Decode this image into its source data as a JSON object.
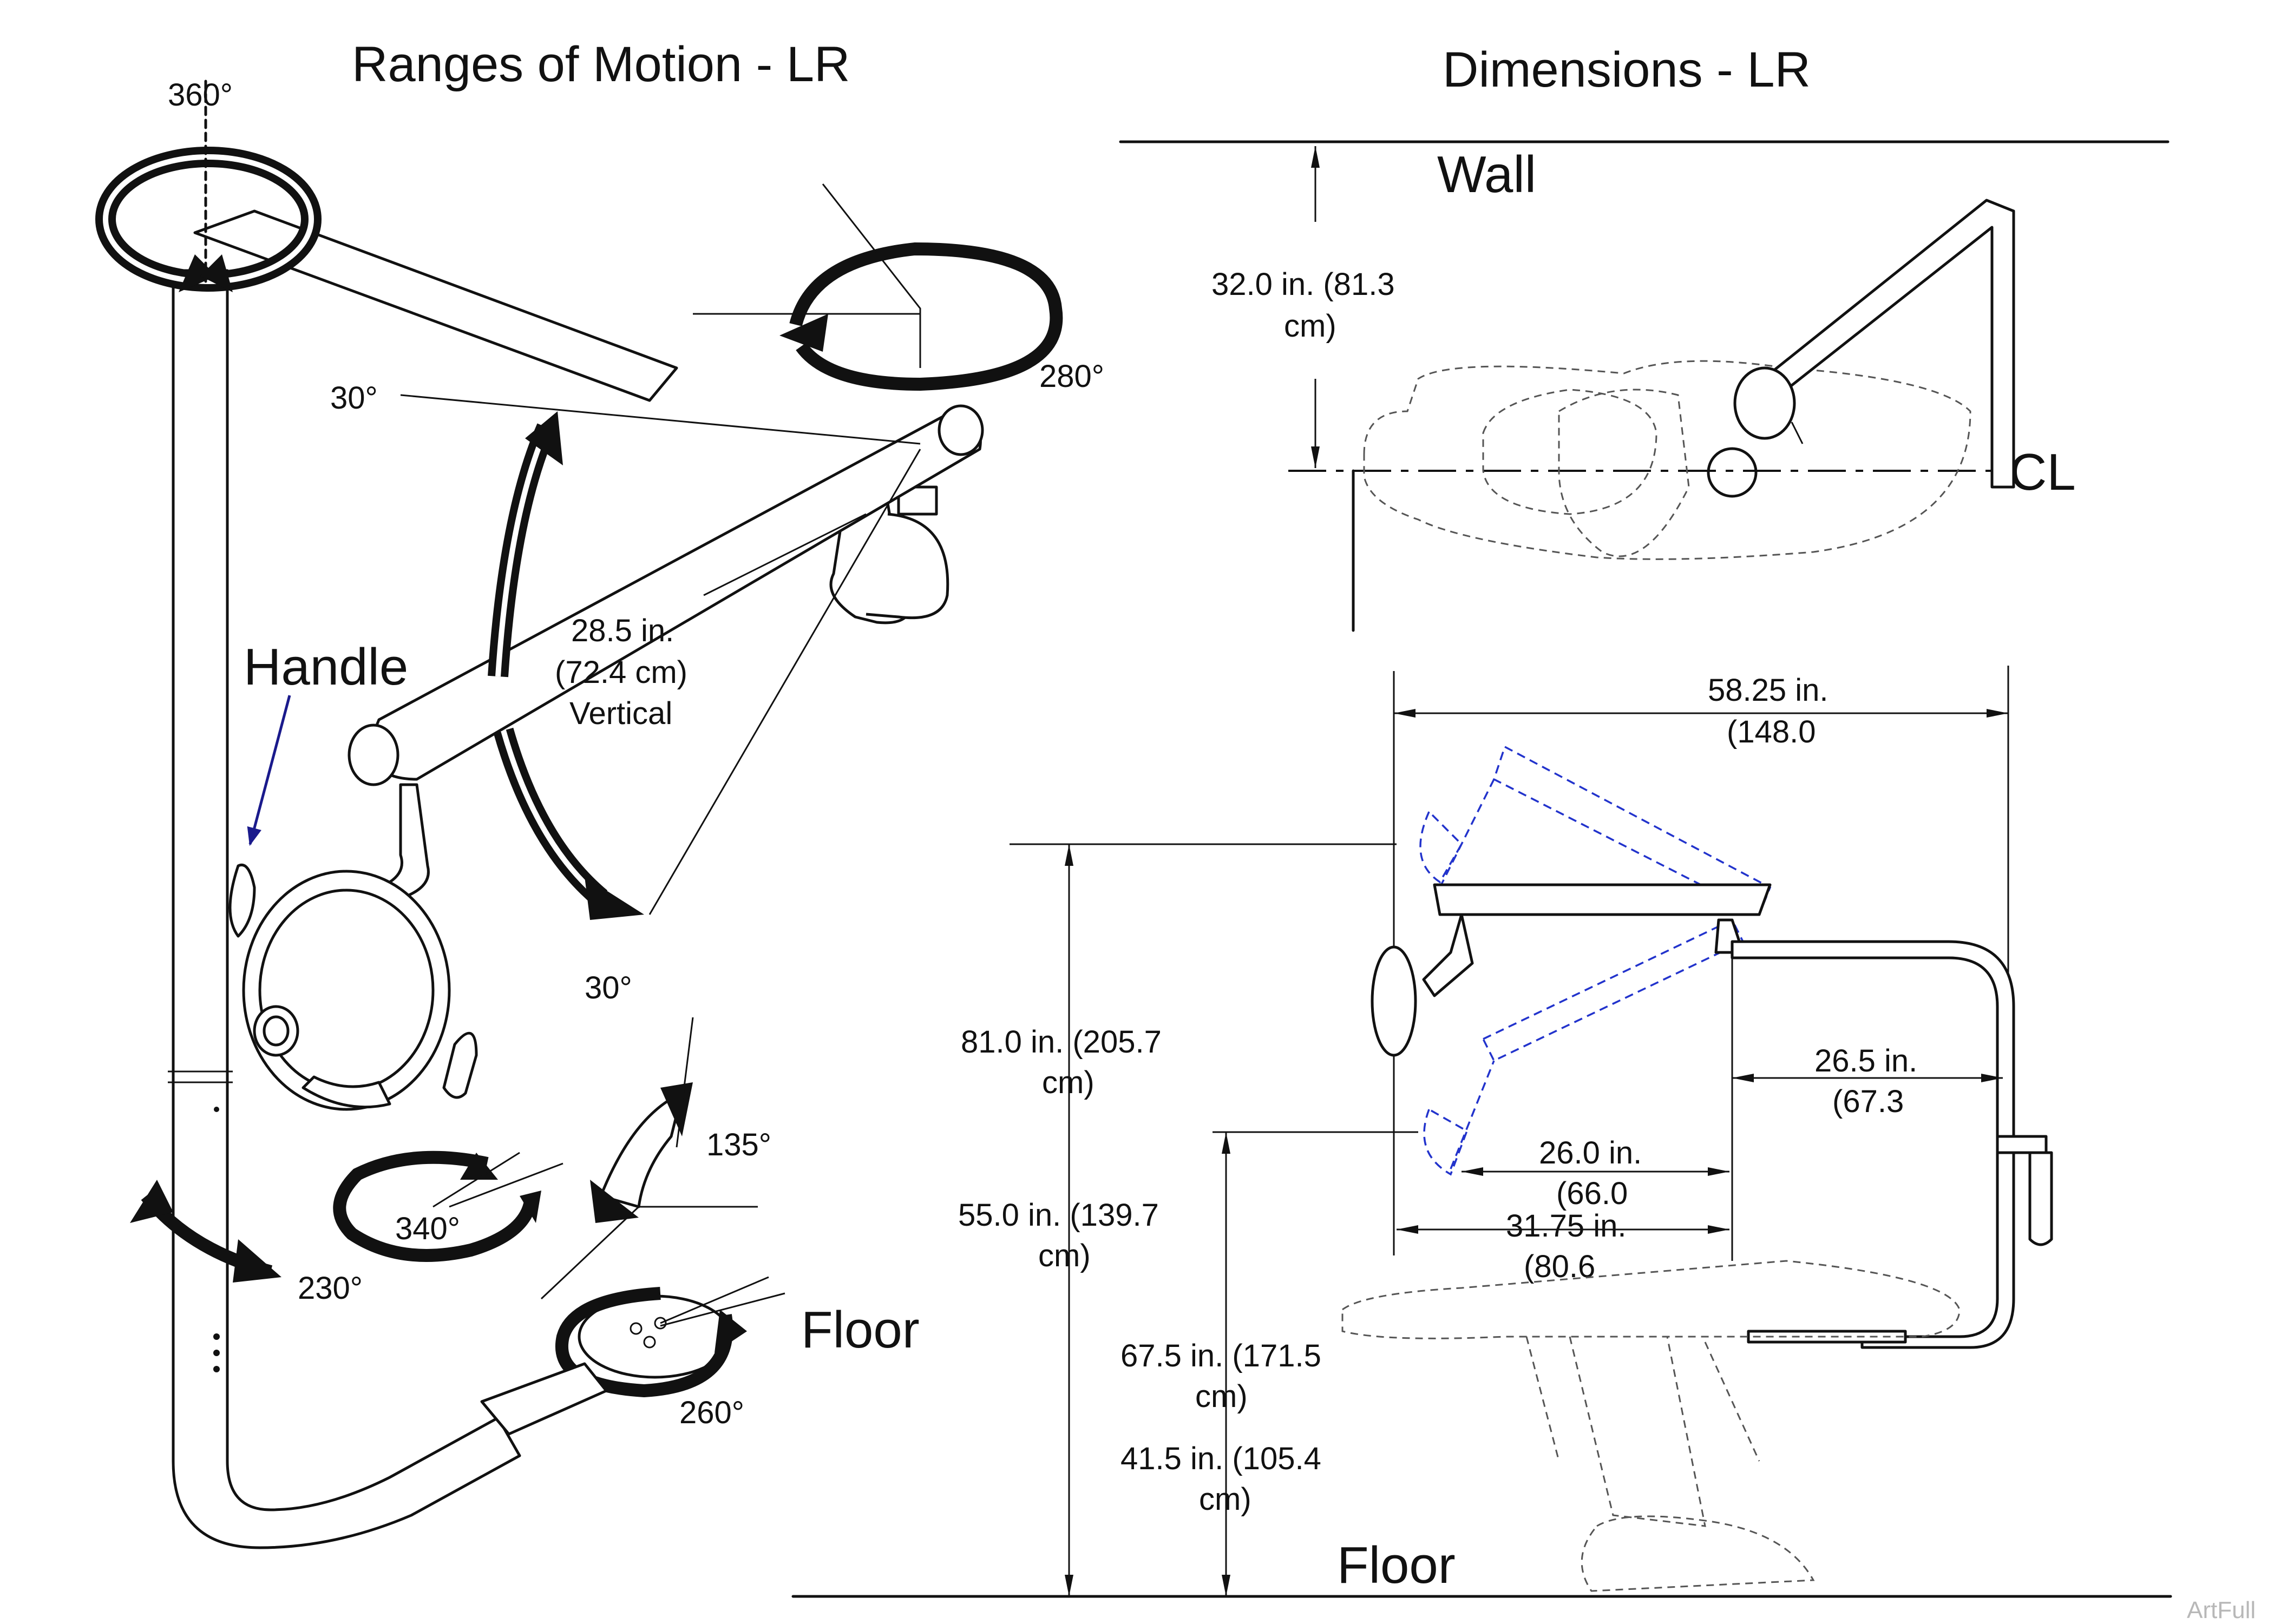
{
  "left_panel": {
    "title": "Ranges of Motion - LR",
    "labels": {
      "handle": "Handle",
      "floor": "Floor",
      "arm_length_value": "28.5 in.",
      "arm_length_metric": "(72.4 cm)",
      "arm_length_note": "Vertical"
    },
    "angles": {
      "top_rotation": "360°",
      "arm_rotation": "280°",
      "tilt_up": "30°",
      "tilt_down": "30°",
      "head_tilt": "135°",
      "head_rotation": "340°",
      "column_rotation": "230°",
      "base_rotation": "260°"
    }
  },
  "right_panel": {
    "title": "Dimensions - LR",
    "labels": {
      "wall": "Wall",
      "floor": "Floor",
      "centerline": "CL"
    },
    "dimensions": {
      "wall_offset": [
        "32.0 in. (81.3",
        "cm)"
      ],
      "overall_width": [
        "58.25 in.",
        "(148.0"
      ],
      "height_upper": [
        "81.0 in. (205.7",
        "cm)"
      ],
      "height_lower": [
        "55.0 in. (139.7",
        "cm)"
      ],
      "reach_side": [
        "26.5 in.",
        "(67.3"
      ],
      "reach_mid": [
        "26.0 in.",
        "(66.0"
      ],
      "reach_long": [
        "31.75 in.",
        "(80.6"
      ],
      "chair_high": [
        "67.5 in. (171.5",
        "cm)"
      ],
      "chair_low": [
        "41.5 in. (105.4",
        "cm)"
      ]
    }
  },
  "credit": "ArtFull",
  "colors": {
    "line": "#111111",
    "adjust_range": "#2233cc",
    "handle_arrow": "#1a1a8c"
  }
}
